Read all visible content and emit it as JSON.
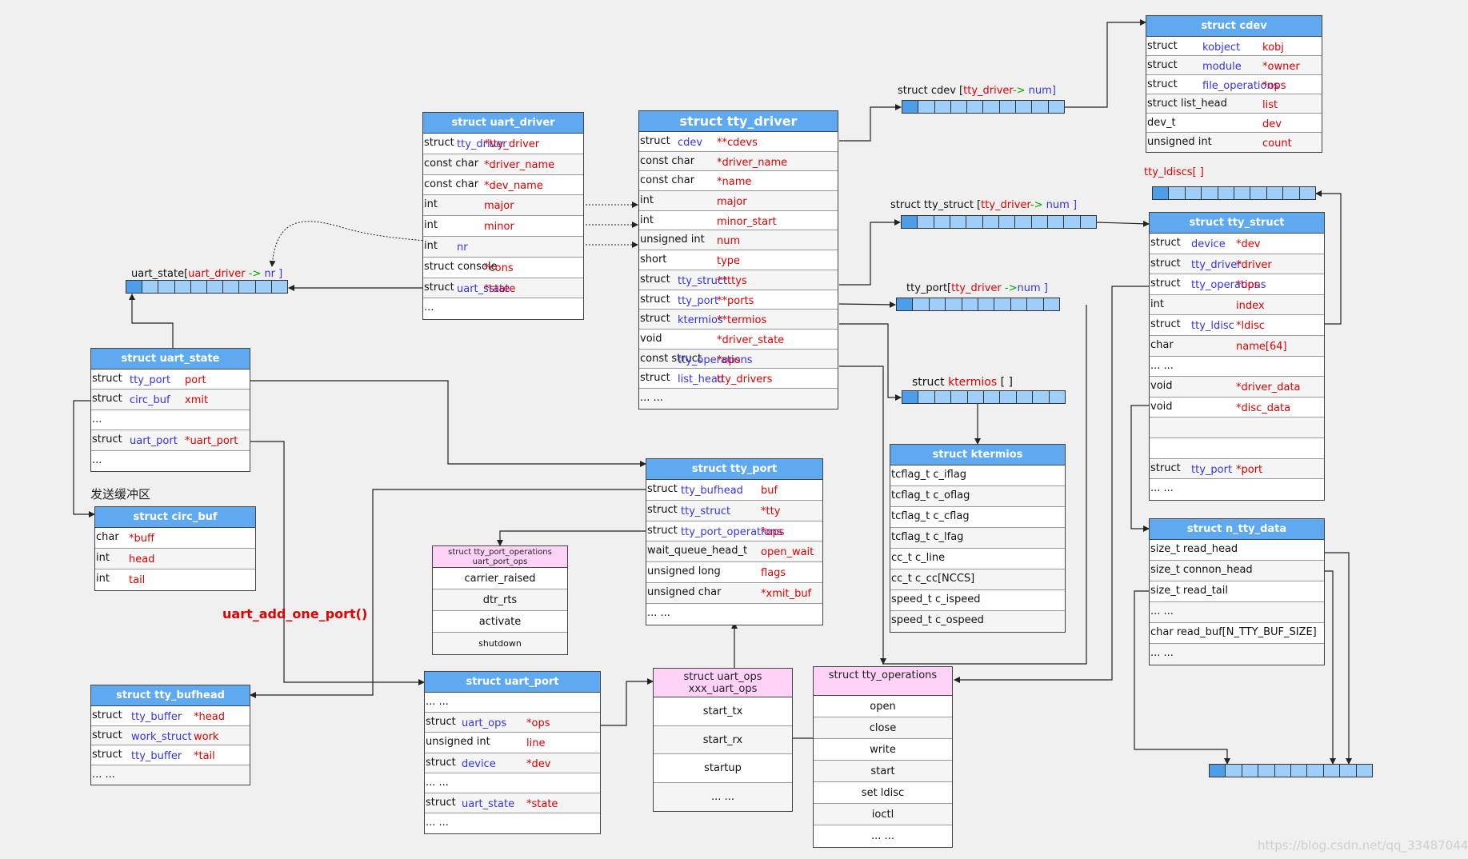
{
  "boxes": {
    "uart_driver": {
      "title": "struct uart_driver",
      "rows": [
        {
          "k": "struct",
          "t": "tty_driver",
          "n": "*tty_driver"
        },
        {
          "k": "const char",
          "t": "",
          "n": "*driver_name"
        },
        {
          "k": "const char",
          "t": "",
          "n": "*dev_name"
        },
        {
          "k": "int",
          "t": "",
          "n": "major"
        },
        {
          "k": "int",
          "t": "",
          "n": "minor"
        },
        {
          "k": "int",
          "t": "nr",
          "n": ""
        },
        {
          "k": "struct console",
          "t": "",
          "n": "*cons"
        },
        {
          "k": "struct",
          "t": "uart_state",
          "n": "*state"
        },
        {
          "k": "...",
          "t": "",
          "n": ""
        }
      ]
    },
    "tty_driver": {
      "title": "struct tty_driver",
      "rows": [
        {
          "k": "struct",
          "t": "cdev",
          "n": "**cdevs"
        },
        {
          "k": "const char",
          "t": "",
          "n": "*driver_name"
        },
        {
          "k": "const char",
          "t": "",
          "n": "*name"
        },
        {
          "k": "int",
          "t": "",
          "n": "major"
        },
        {
          "k": "int",
          "t": "",
          "n": "minor_start"
        },
        {
          "k": "unsigned int",
          "t": "",
          "n": "num"
        },
        {
          "k": "short",
          "t": "",
          "n": "type"
        },
        {
          "k": "struct",
          "t": "tty_struct",
          "n": "**ttys"
        },
        {
          "k": "struct",
          "t": "tty_port",
          "n": "**ports"
        },
        {
          "k": "struct",
          "t": "ktermios",
          "n": "**termios"
        },
        {
          "k": "void",
          "t": "",
          "n": "*driver_state"
        },
        {
          "k": "const struct",
          "t": "tty_operations",
          "n": "*ops"
        },
        {
          "k": "struct",
          "t": "list_head",
          "n": "tty_drivers"
        },
        {
          "k": "... ...",
          "t": "",
          "n": ""
        }
      ]
    },
    "cdev": {
      "title": "struct cdev",
      "rows": [
        {
          "k": "struct",
          "t": "kobject",
          "n": "kobj"
        },
        {
          "k": "struct",
          "t": "module",
          "n": "*owner"
        },
        {
          "k": "struct",
          "t": "file_operations",
          "n": "*ops"
        },
        {
          "k": "struct list_head",
          "t": "",
          "n": "list"
        },
        {
          "k": "dev_t",
          "t": "",
          "n": "dev"
        },
        {
          "k": "unsigned int",
          "t": "",
          "n": "count"
        }
      ]
    },
    "tty_struct": {
      "title": "struct tty_struct",
      "rows": [
        {
          "k": "struct",
          "t": "device",
          "n": "*dev"
        },
        {
          "k": "struct",
          "t": "tty_driver",
          "n": "*driver"
        },
        {
          "k": "struct",
          "t": "tty_operations",
          "n": "*ops"
        },
        {
          "k": "int",
          "t": "",
          "n": "index"
        },
        {
          "k": "struct",
          "t": "tty_ldisc",
          "n": "*ldisc"
        },
        {
          "k": "char",
          "t": "",
          "n": "name[64]"
        },
        {
          "k": "... ...",
          "t": "",
          "n": ""
        },
        {
          "k": "void",
          "t": "",
          "n": "*driver_data"
        },
        {
          "k": "void",
          "t": "",
          "n": "*disc_data"
        },
        {
          "k": "",
          "t": "",
          "n": ""
        },
        {
          "k": "",
          "t": "",
          "n": ""
        },
        {
          "k": "struct",
          "t": "tty_port",
          "n": "*port"
        },
        {
          "k": "... ...",
          "t": "",
          "n": ""
        }
      ]
    },
    "n_tty_data": {
      "title": "struct n_tty_data",
      "rows": [
        {
          "k": "size_t read_head",
          "t": "",
          "n": ""
        },
        {
          "k": "size_t connon_head",
          "t": "",
          "n": ""
        },
        {
          "k": "size_t read_tail",
          "t": "",
          "n": ""
        },
        {
          "k": "... ...",
          "t": "",
          "n": ""
        },
        {
          "k": "char read_buf[N_TTY_BUF_SIZE]",
          "t": "",
          "n": ""
        },
        {
          "k": "... ...",
          "t": "",
          "n": ""
        }
      ]
    },
    "ktermios": {
      "title": "struct ktermios",
      "rows": [
        {
          "k": "tcflag_t c_iflag",
          "t": "",
          "n": ""
        },
        {
          "k": "tcflag_t c_oflag",
          "t": "",
          "n": ""
        },
        {
          "k": "tcflag_t c_cflag",
          "t": "",
          "n": ""
        },
        {
          "k": "tcflag_t c_lfag",
          "t": "",
          "n": ""
        },
        {
          "k": "cc_t c_line",
          "t": "",
          "n": ""
        },
        {
          "k": "cc_t c_cc[NCCS]",
          "t": "",
          "n": ""
        },
        {
          "k": "speed_t c_ispeed",
          "t": "",
          "n": ""
        },
        {
          "k": "speed_t c_ospeed",
          "t": "",
          "n": ""
        }
      ]
    },
    "tty_port": {
      "title": "struct tty_port",
      "rows": [
        {
          "k": "struct",
          "t": "tty_bufhead",
          "n": "buf"
        },
        {
          "k": "struct",
          "t": "tty_struct",
          "n": "*tty"
        },
        {
          "k": "struct",
          "t": "tty_port_operations",
          "n": "*ops"
        },
        {
          "k": "wait_queue_head_t",
          "t": "",
          "n": "open_wait"
        },
        {
          "k": "unsigned long",
          "t": "",
          "n": "flags"
        },
        {
          "k": "unsigned char",
          "t": "",
          "n": "*xmit_buf"
        },
        {
          "k": "... ...",
          "t": "",
          "n": ""
        }
      ]
    },
    "uart_state": {
      "title": "struct uart_state",
      "rows": [
        {
          "k": "struct",
          "t": "tty_port",
          "n": "port"
        },
        {
          "k": "struct",
          "t": "circ_buf",
          "n": "xmit"
        },
        {
          "k": "...",
          "t": "",
          "n": ""
        },
        {
          "k": "struct",
          "t": "uart_port",
          "n": "*uart_port"
        },
        {
          "k": "...",
          "t": "",
          "n": ""
        }
      ]
    },
    "circ_buf": {
      "title": "struct circ_buf",
      "rows": [
        {
          "k": "char",
          "t": "",
          "n": "*buff"
        },
        {
          "k": "int",
          "t": "",
          "n": "head"
        },
        {
          "k": "int",
          "t": "",
          "n": "tail"
        }
      ]
    },
    "tty_port_operations": {
      "title1": "struct tty_port_operations",
      "title2": "uart_port_ops",
      "rows": [
        "carrier_raised",
        "dtr_rts",
        "activate",
        "shutdown"
      ]
    },
    "tty_bufhead": {
      "title": "struct tty_bufhead",
      "rows": [
        {
          "k": "struct",
          "t": "tty_buffer",
          "n": "*head"
        },
        {
          "k": "struct",
          "t": "work_struct",
          "n": "work"
        },
        {
          "k": "struct",
          "t": "tty_buffer",
          "n": "*tail"
        },
        {
          "k": "... ...",
          "t": "",
          "n": ""
        }
      ]
    },
    "uart_port": {
      "title": "struct uart_port",
      "rows": [
        {
          "k": "... ...",
          "t": "",
          "n": ""
        },
        {
          "k": "struct",
          "t": "uart_ops",
          "n": "*ops"
        },
        {
          "k": "unsigned int",
          "t": "",
          "n": "line"
        },
        {
          "k": "struct",
          "t": "device",
          "n": "*dev"
        },
        {
          "k": "... ...",
          "t": "",
          "n": ""
        },
        {
          "k": "struct",
          "t": "uart_state",
          "n": "*state"
        },
        {
          "k": "... ...",
          "t": "",
          "n": ""
        }
      ]
    },
    "uart_ops": {
      "title1": "struct uart_ops",
      "title2": "xxx_uart_ops",
      "rows": [
        "start_tx",
        "start_rx",
        "startup",
        "... ..."
      ]
    },
    "tty_operations": {
      "title": "struct tty_operations",
      "rows": [
        "open",
        "close",
        "write",
        "start",
        "set  ldisc",
        "ioctl",
        "... ..."
      ]
    }
  },
  "labels": {
    "cdev_array": {
      "pre": "struct cdev [",
      "mid": "tty_driver",
      "arrow": "->",
      "post": " num]"
    },
    "tty_struct_array": {
      "pre": "struct tty_struct  [",
      "mid": "tty_driver",
      "arrow": "->",
      "post": " num  ]"
    },
    "tty_port_array": {
      "pre": "tty_port[",
      "mid": "tty_driver",
      "arrow": " ->",
      "post": "num  ]"
    },
    "ktermios_array": {
      "pre": "struct ",
      "mid": "ktermios",
      "post": " [    ]"
    },
    "uart_state_array": {
      "pre": "uart_state[",
      "mid": "uart_driver",
      "arrow": " ->",
      "post": " nr ]"
    },
    "tty_ldiscs": "tty_ldiscs[ ]",
    "send_buffer": "发送缓冲区",
    "function_name": "uart_add_one_port()",
    "watermark": "https://blog.csdn.net/qq_33487044"
  }
}
